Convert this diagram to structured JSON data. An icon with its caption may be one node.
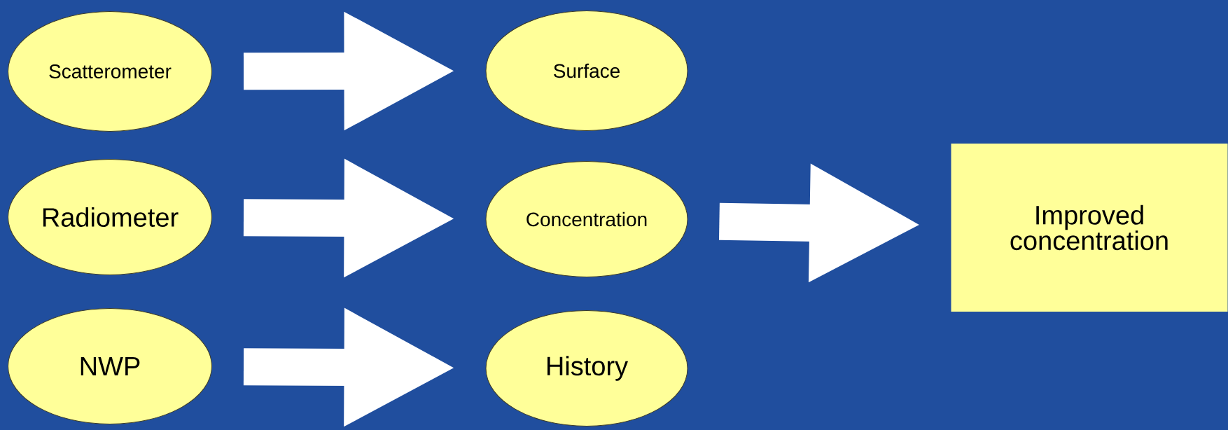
{
  "diagram": {
    "nodes": [
      {
        "text": [
          "Scatterometer"
        ]
      },
      {
        "text": [
          "Radiometer"
        ]
      },
      {
        "text": [
          "NWP"
        ]
      },
      {
        "text": [
          "Surface"
        ]
      },
      {
        "text": [
          "Concentration"
        ]
      },
      {
        "text": [
          "History"
        ]
      },
      {
        "text": [
          "Improved concentration"
        ]
      }
    ],
    "edges": [
      {
        "from": 0,
        "to": 3,
        "arrow": "to"
      },
      {
        "from": 1,
        "to": 4,
        "arrow": "to"
      },
      {
        "from": 2,
        "to": 5,
        "arrow": "to"
      },
      {
        "from": 4,
        "to": 6,
        "arrow": "to"
      }
    ]
  }
}
